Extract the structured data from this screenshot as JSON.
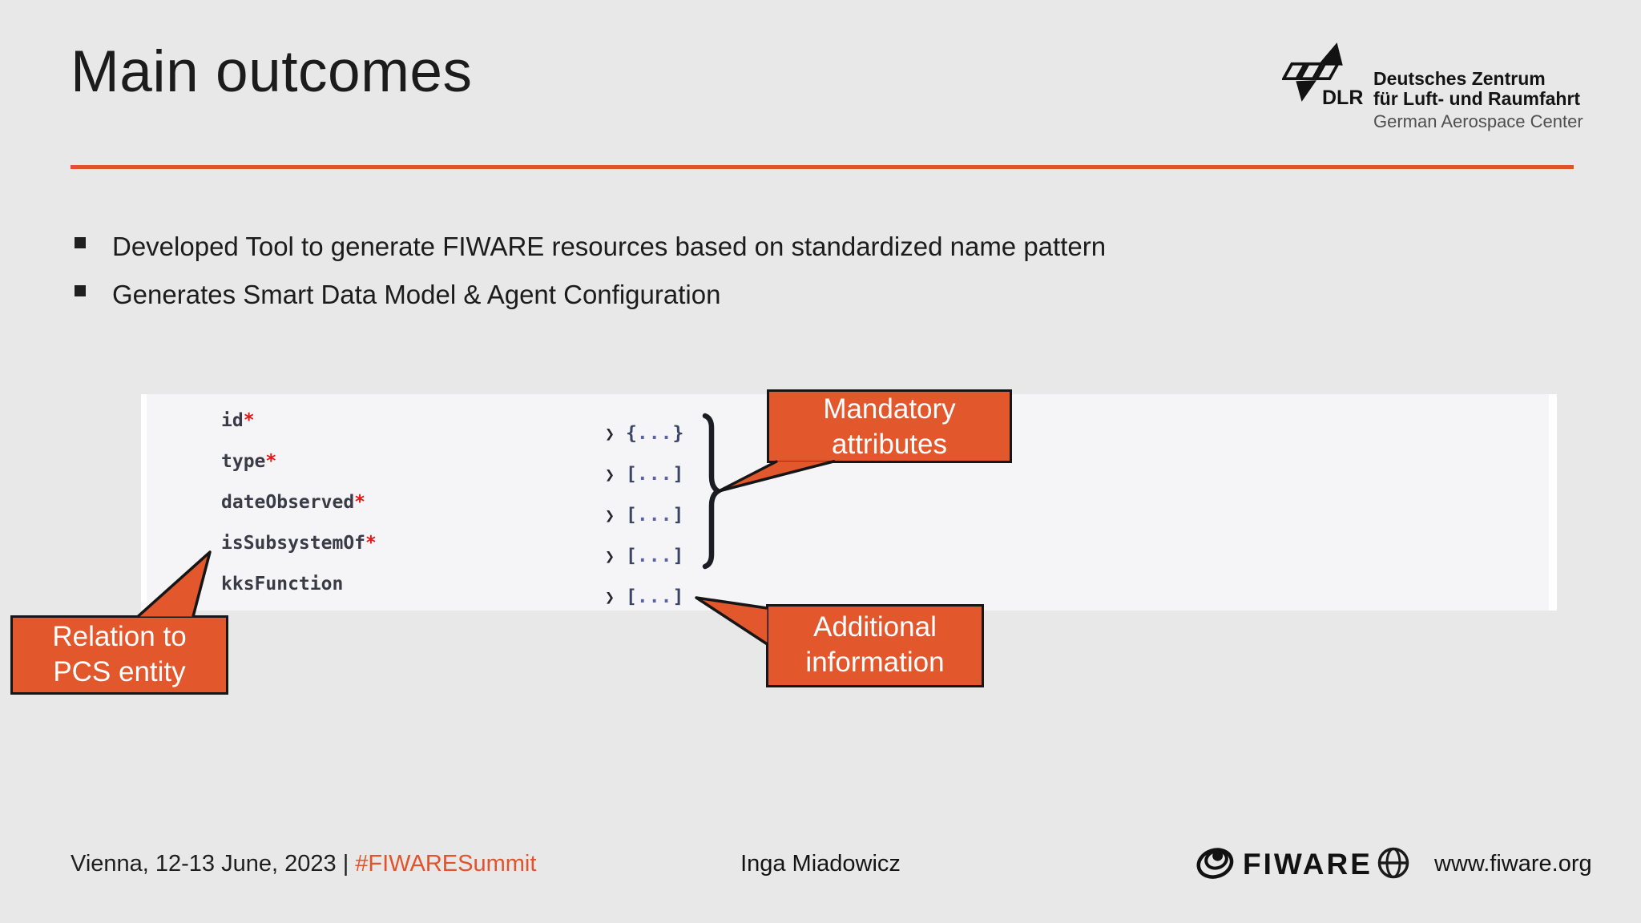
{
  "title": "Main outcomes",
  "bullets": [
    "Developed Tool to generate FIWARE resources based on standardized name pattern",
    "Generates Smart Data Model & Agent Configuration"
  ],
  "dlr_logo": {
    "abbr": "DLR",
    "line1": "Deutsches Zentrum",
    "line2": "für Luft- und Raumfahrt",
    "line3": "German Aerospace Center"
  },
  "schema_panel": {
    "expand_chevron_glyph": "❯",
    "rows": [
      {
        "name": "id",
        "required": "*",
        "value": "{...}"
      },
      {
        "name": "type",
        "required": "*",
        "value": "[...]"
      },
      {
        "name": "dateObserved",
        "required": "*",
        "value": "[...]"
      },
      {
        "name": "isSubsystemOf",
        "required": "*",
        "value": "[...]"
      },
      {
        "name": "kksFunction",
        "required": "",
        "value": "[...]"
      }
    ]
  },
  "callouts": {
    "mandatory": {
      "line1": "Mandatory",
      "line2": "attributes"
    },
    "additional": {
      "line1": "Additional",
      "line2": "information"
    },
    "relation": {
      "line1": "Relation to",
      "line2": "PCS entity"
    }
  },
  "footer": {
    "venue": "Vienna, 12-13 June, 2023 | ",
    "hashtag": "#FIWARESummit",
    "author": "Inga Miadowicz",
    "fiware_wordmark": "FIWARE",
    "website": "www.fiware.org"
  },
  "colors": {
    "accent_orange": "#E0522C",
    "callout_orange": "#E2572C",
    "asterisk_red": "#EC1414",
    "slide_background": "#E9E8E8",
    "panel_background": "#F5F4F6"
  }
}
